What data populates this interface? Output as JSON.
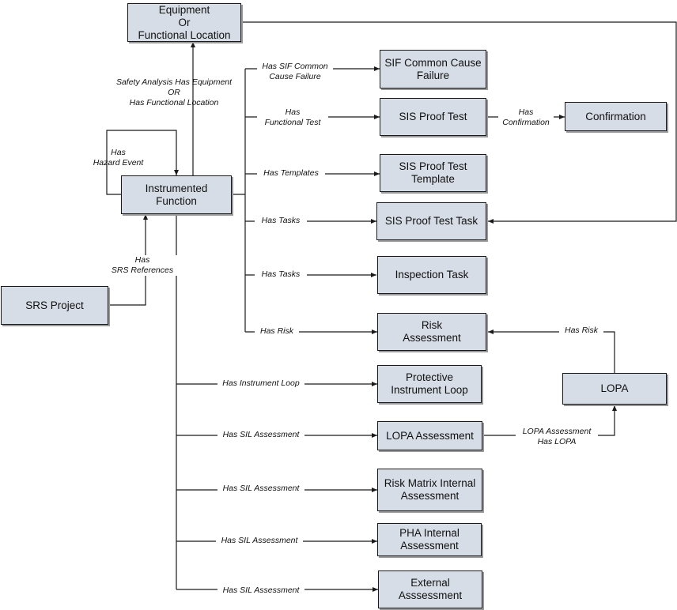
{
  "nodes": {
    "equipment": [
      "Equipment",
      "Or",
      "Functional Location"
    ],
    "instrumented_function": [
      "Instrumented",
      "Function"
    ],
    "srs_project": [
      "SRS Project"
    ],
    "sif_common_cause": [
      "SIF Common Cause",
      "Failure"
    ],
    "sis_proof_test": [
      "SIS Proof Test"
    ],
    "confirmation": [
      "Confirmation"
    ],
    "sis_proof_test_template": [
      "SIS Proof Test",
      "Template"
    ],
    "sis_proof_test_task": [
      "SIS Proof Test Task"
    ],
    "inspection_task": [
      "Inspection Task"
    ],
    "risk_assessment": [
      "Risk",
      "Assessment"
    ],
    "protective_instrument_loop": [
      "Protective",
      "Instrument Loop"
    ],
    "lopa": [
      "LOPA"
    ],
    "lopa_assessment": [
      "LOPA Assessment"
    ],
    "risk_matrix_internal": [
      "Risk Matrix Internal",
      "Assessment"
    ],
    "pha_internal": [
      "PHA Internal",
      "Assessment"
    ],
    "external_assessment": [
      "External",
      "Asssessment"
    ]
  },
  "edges": {
    "equipment": [
      "Safety Analysis Has Equipment",
      "OR",
      "Has Functional Location"
    ],
    "hazard_event": [
      "Has",
      "Hazard Event"
    ],
    "srs_references": [
      "Has",
      "SRS References"
    ],
    "sif_common_cause": [
      "Has SIF Common",
      "Cause Failure"
    ],
    "functional_test": [
      "Has",
      "Functional Test"
    ],
    "confirmation": [
      "Has",
      "Confirmation"
    ],
    "templates": [
      "Has Templates"
    ],
    "tasks_proof": [
      "Has Tasks"
    ],
    "tasks_inspection": [
      "Has Tasks"
    ],
    "risk": [
      "Has Risk"
    ],
    "lopa_risk": [
      "Has Risk"
    ],
    "instrument_loop": [
      "Has Instrument Loop"
    ],
    "sil_lopa": [
      "Has SIL Assessment"
    ],
    "lopa_assessment_lopa": [
      "LOPA Assessment",
      "Has LOPA"
    ],
    "sil_risk_matrix": [
      "Has SIL Assessment"
    ],
    "sil_pha": [
      "Has SIL Assessment"
    ],
    "sil_external": [
      "Has SIL Assessment"
    ]
  },
  "colors": {
    "box_fill": "#d6dde6",
    "line": "#1a1a1a"
  }
}
